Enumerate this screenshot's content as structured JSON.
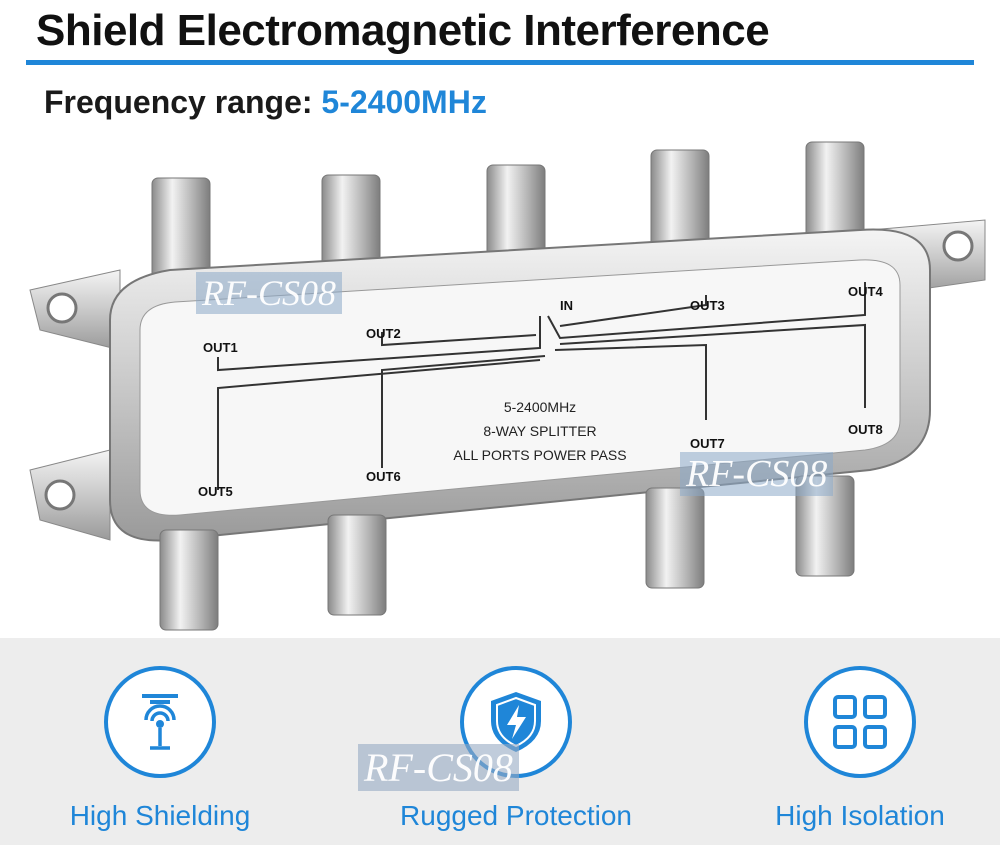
{
  "header": {
    "title": "Shield Electromagnetic Interference",
    "freq_label": "Frequency range:",
    "freq_value": "5-2400MHz"
  },
  "product": {
    "ports_top": [
      "OUT1",
      "OUT2",
      "IN",
      "OUT3",
      "OUT4"
    ],
    "ports_bottom": [
      "OUT5",
      "OUT6",
      "OUT7",
      "OUT8"
    ],
    "plate_lines": [
      "5-2400MHz",
      "8-WAY SPLITTER",
      "ALL PORTS POWER PASS"
    ]
  },
  "watermark": "RF-CS08",
  "features": [
    {
      "label": "High Shielding",
      "icon": "antenna-tower-icon"
    },
    {
      "label": "Rugged Protection",
      "icon": "shield-lightning-icon"
    },
    {
      "label": "High Isolation",
      "icon": "grid-squares-icon"
    }
  ],
  "colors": {
    "accent": "#1f86d8",
    "text": "#111111",
    "band": "#ededed"
  }
}
